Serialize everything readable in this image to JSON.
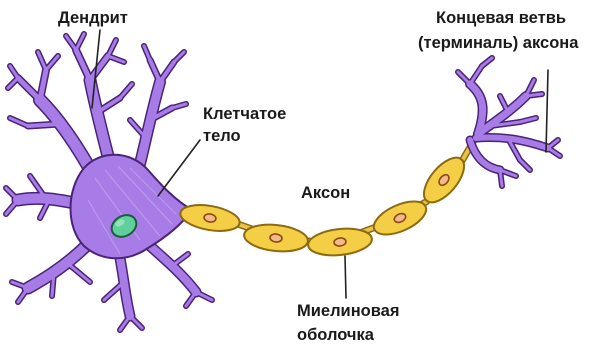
{
  "labels": {
    "dendrite": "Дендрит",
    "cell_body_line1": "Клетчатое",
    "cell_body_line2": "тело",
    "axon": "Аксон",
    "terminal_line1": "Концевая ветвь",
    "terminal_line2": "(терминаль) аксона",
    "myelin_line1": "Миелиновая",
    "myelin_line2": "оболочка"
  },
  "colors": {
    "cell_fill": "#a77ce6",
    "cell_outline": "#4a2378",
    "nucleus": "#5fcf9c",
    "myelin_fill": "#f4cf45",
    "myelin_outline": "#8c6a12",
    "myelin_nucleus": "#f3b98a"
  }
}
